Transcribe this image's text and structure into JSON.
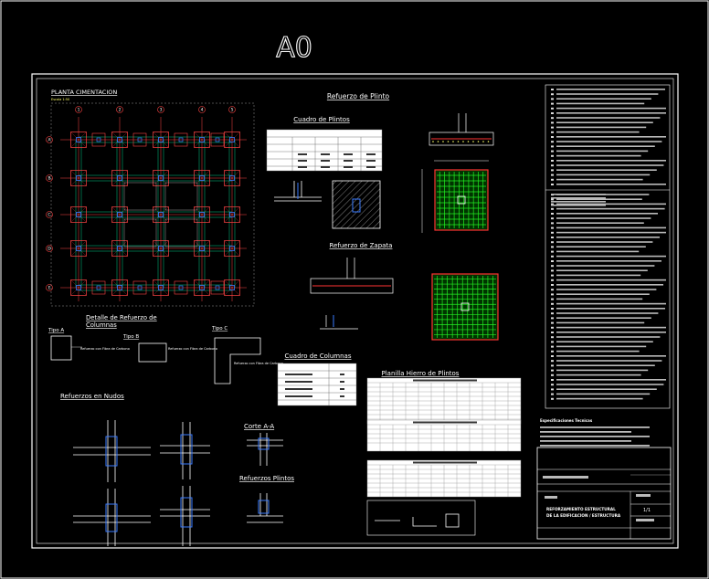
{
  "sheet": {
    "size_label": "A0"
  },
  "plan": {
    "title": "PLANTA CIMENTACION",
    "scale": "Escala 1:50",
    "cols": [
      "1",
      "2",
      "3",
      "4",
      "5"
    ],
    "rows": [
      "A",
      "B",
      "C",
      "D",
      "E"
    ]
  },
  "refuerzo_plinto": {
    "title": "Refuerzo de Plinto",
    "cuadro_title": "Cuadro de Plintos",
    "zapata_title": "Refuerzo de Zapata"
  },
  "columnas": {
    "detalle_title_1": "Detalle de Refuerzo de",
    "detalle_title_2": "Columnas",
    "tipo_a": "Tipo A",
    "tipo_b": "Tipo B",
    "tipo_c": "Tipo C",
    "refuerzo_fibra": "Refuerzo con Fibra de Carbono",
    "cuadro_title": "Cuadro de Columnas"
  },
  "nudos": {
    "title": "Refuerzos en Nudos",
    "corte": "Corte A-A",
    "plintos": "Refuerzos Plintos"
  },
  "planilla": {
    "title": "Planilla Hierro de Plintos"
  },
  "specs": {
    "section_title": "Especificaciones Tecnicas"
  },
  "title_block": {
    "project_line_1": "REFORZAMIENTO ESTRUCTURAL",
    "project_line_2": "DE LA EDIFICACION / ESTRUCTURA",
    "sheet_no": "1/1"
  }
}
